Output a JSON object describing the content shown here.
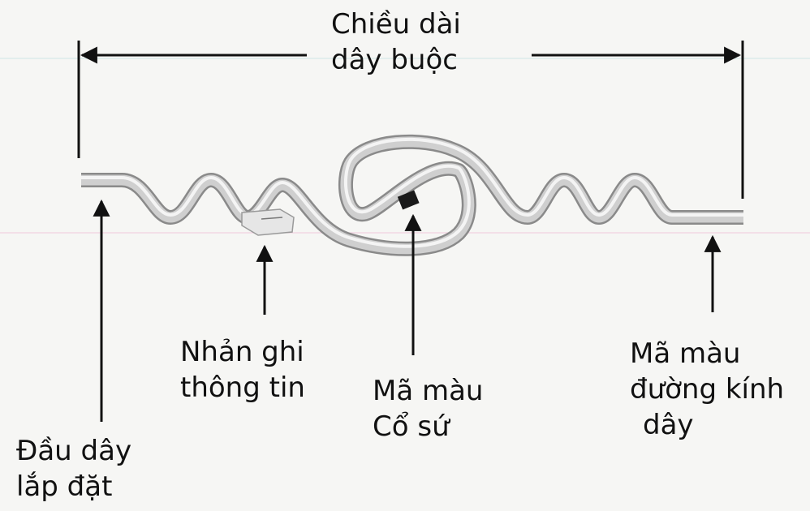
{
  "title": {
    "line1": "Chiều dài",
    "line2": "dây buộc"
  },
  "labels": {
    "installation_end": {
      "line1": "Đầu dây",
      "line2": "lắp đặt"
    },
    "info_tag": {
      "line1": "Nhản ghi",
      "line2": "thông tin"
    },
    "insulator_color_code": {
      "line1": "Mã màu",
      "line2": "Cổ sứ"
    },
    "diameter_color_code": {
      "line1": "Mã màu",
      "line2": "đường kính",
      "line3": "dây"
    }
  },
  "colors": {
    "wire": "#cfcfcf",
    "wire_shadow": "#8a8a8a",
    "color_band": "#1a1a1a",
    "arrow": "#111111",
    "background": "#f6f6f4"
  }
}
